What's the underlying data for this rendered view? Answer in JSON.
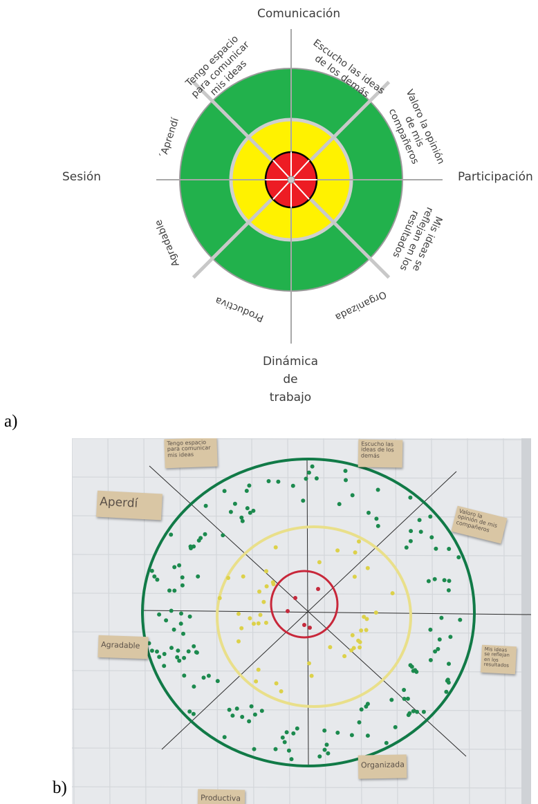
{
  "panel_a": {
    "label": "a)",
    "categories": {
      "top": "Comunicación",
      "left": "Sesión",
      "right": "Participación",
      "bottom": [
        "Dinámica",
        "de",
        "trabajo"
      ]
    },
    "sector_labels": [
      {
        "lines": [
          "Tengo espacio",
          "para comunicar",
          "mis ideas"
        ]
      },
      {
        "lines": [
          "Escucho las ideas",
          "de los demás"
        ]
      },
      {
        "lines": [
          "Valoro la opinión",
          "de mis",
          "compañeros"
        ]
      },
      {
        "lines": [
          "Mis ideas se",
          "reflejan en los",
          "resultados"
        ]
      },
      {
        "lines": [
          "Organizada"
        ]
      },
      {
        "lines": [
          "Productiva"
        ]
      },
      {
        "lines": [
          "Agradable"
        ]
      },
      {
        "lines": [
          "´Aprendí"
        ]
      }
    ],
    "colors": {
      "outer_ring": "#22b14c",
      "middle_ring": "#fff200",
      "inner_core": "#ed1c24",
      "divider": "#c8c8c8"
    }
  },
  "panel_b": {
    "label": "b)",
    "notes": [
      {
        "text": "Tengo espacio para comunicar mis ideas"
      },
      {
        "text": "Escucho las ideas de los demás"
      },
      {
        "text": "Aperdí"
      },
      {
        "text": "Valoro la opinión de mis compañeros"
      },
      {
        "text": "Mis ideas se reflejan en los resultados"
      },
      {
        "text": "Agradable"
      },
      {
        "text": "Organizada"
      },
      {
        "text": "Productiva"
      }
    ],
    "colors": {
      "paper": "#e7e9ec",
      "green_ring": "#117a47",
      "yellow_ring": "#e9df8a",
      "red_ring": "#c8273a",
      "green_dot": "#1c8a4e",
      "yellow_dot": "#dcd14a",
      "red_dot": "#c42a3c"
    }
  }
}
